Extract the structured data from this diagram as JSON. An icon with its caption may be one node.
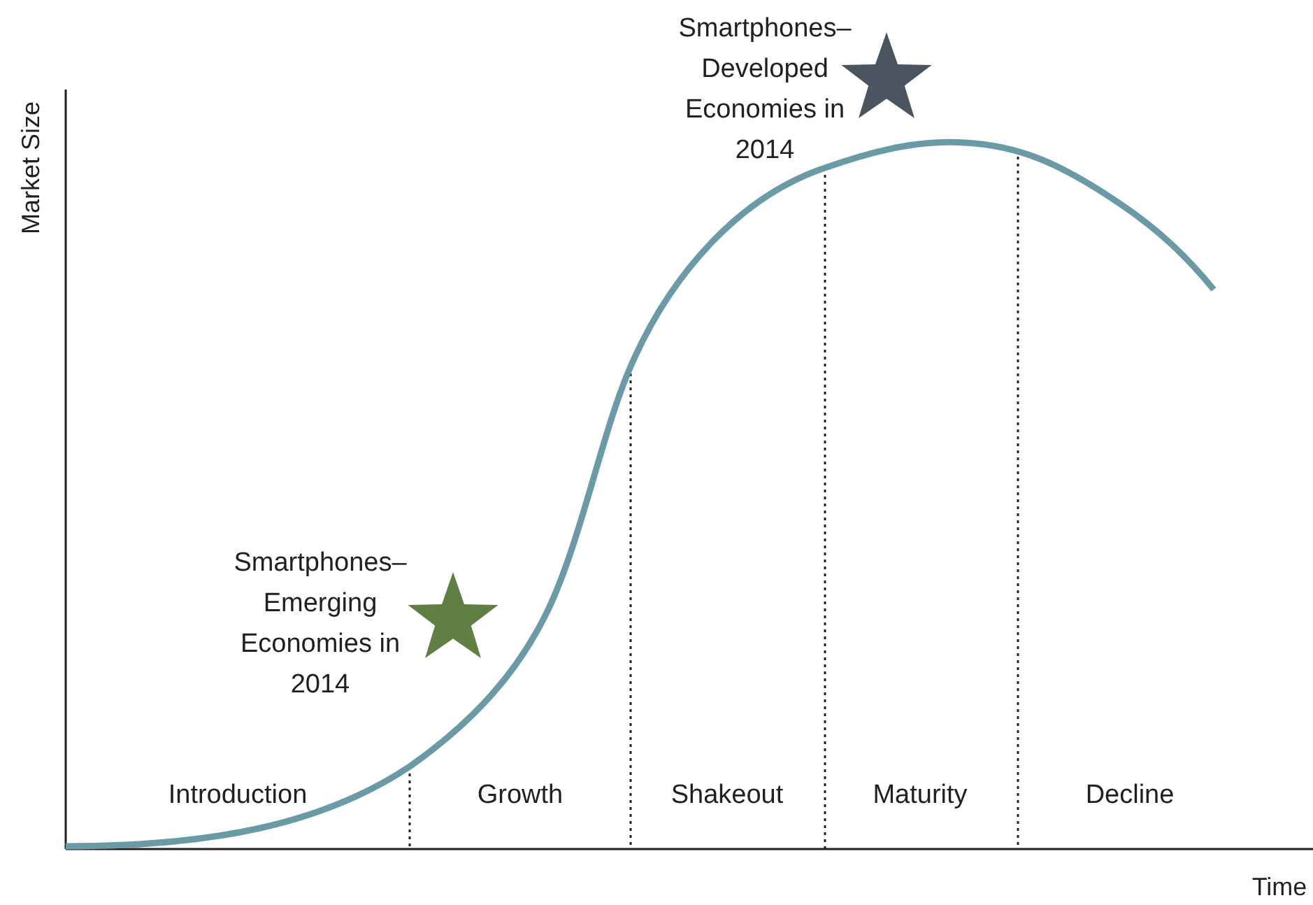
{
  "diagram": {
    "labels": [
      "Smartphones– Developed Economies in 2014",
      "Market Size",
      "Smartphones– Emerging Economies in 2014",
      "Introduction",
      "Growth",
      "Shakeout",
      "Maturity",
      "Decline",
      "Time"
    ]
  }
}
